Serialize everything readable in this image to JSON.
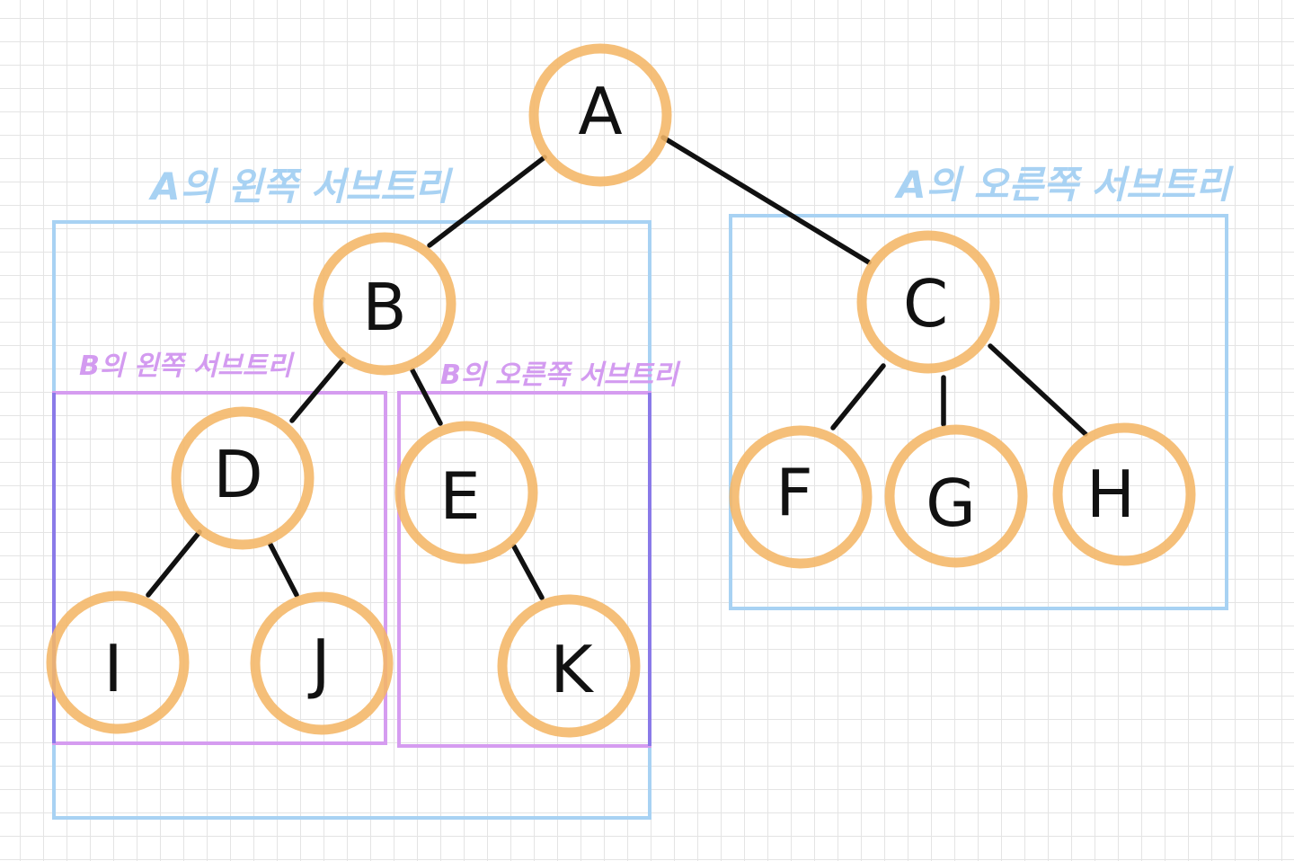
{
  "nodes": {
    "a": "A",
    "b": "B",
    "c": "C",
    "d": "D",
    "e": "E",
    "f": "F",
    "g": "G",
    "h": "H",
    "i": "I",
    "j": "J",
    "k": "K"
  },
  "edges": [
    [
      "A",
      "B"
    ],
    [
      "A",
      "C"
    ],
    [
      "B",
      "D"
    ],
    [
      "B",
      "E"
    ],
    [
      "C",
      "F"
    ],
    [
      "C",
      "G"
    ],
    [
      "C",
      "H"
    ],
    [
      "D",
      "I"
    ],
    [
      "D",
      "J"
    ],
    [
      "E",
      "K"
    ]
  ],
  "labels": {
    "a_left_subtree": "A의 왼쪽 서브트리",
    "a_right_subtree": "A의 오른쪽 서브트리",
    "b_left_subtree": "B의 왼쪽 서브트리",
    "b_right_subtree": "B의 오른쪽 서브트리"
  },
  "colors": {
    "node_ring": "#f4b667",
    "a_subtree_box": "#a8d2f3",
    "b_subtree_box": "#d59cf0",
    "edge": "#111111"
  }
}
